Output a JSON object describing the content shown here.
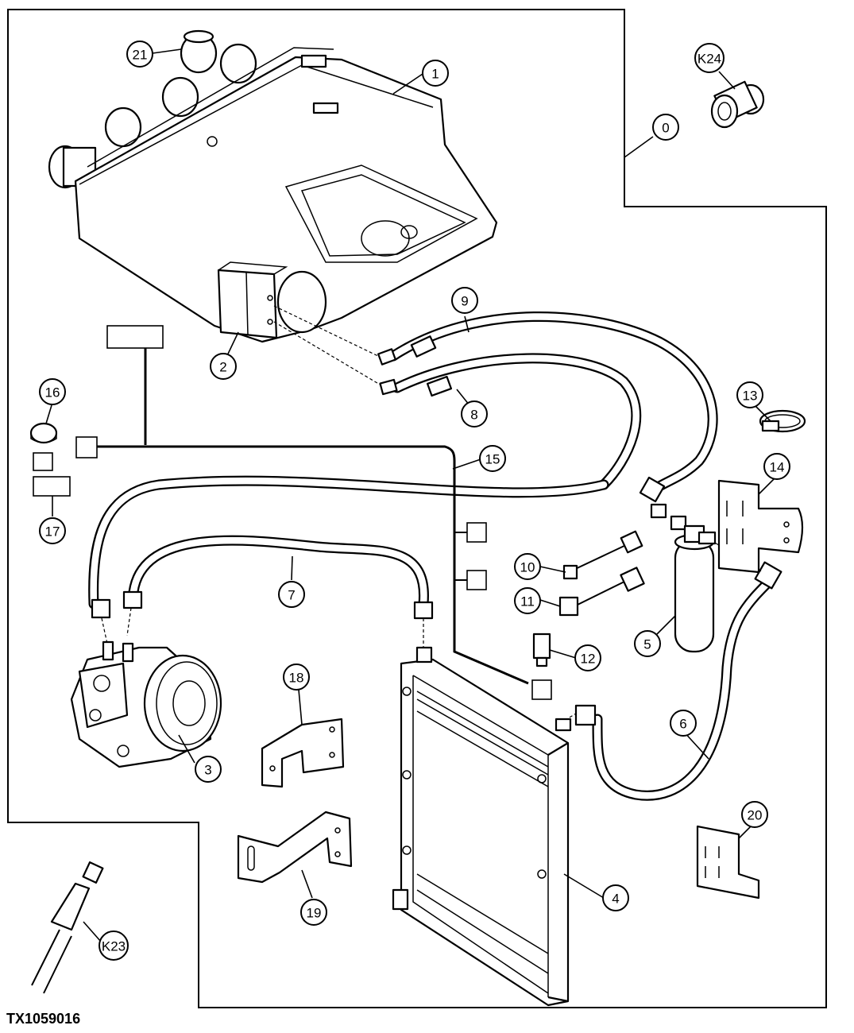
{
  "figure_id": "TX1059016",
  "callouts": [
    "0",
    "1",
    "2",
    "3",
    "4",
    "5",
    "6",
    "7",
    "8",
    "9",
    "10",
    "11",
    "12",
    "13",
    "14",
    "15",
    "16",
    "17",
    "18",
    "19",
    "20",
    "21",
    "K23",
    "K24"
  ]
}
